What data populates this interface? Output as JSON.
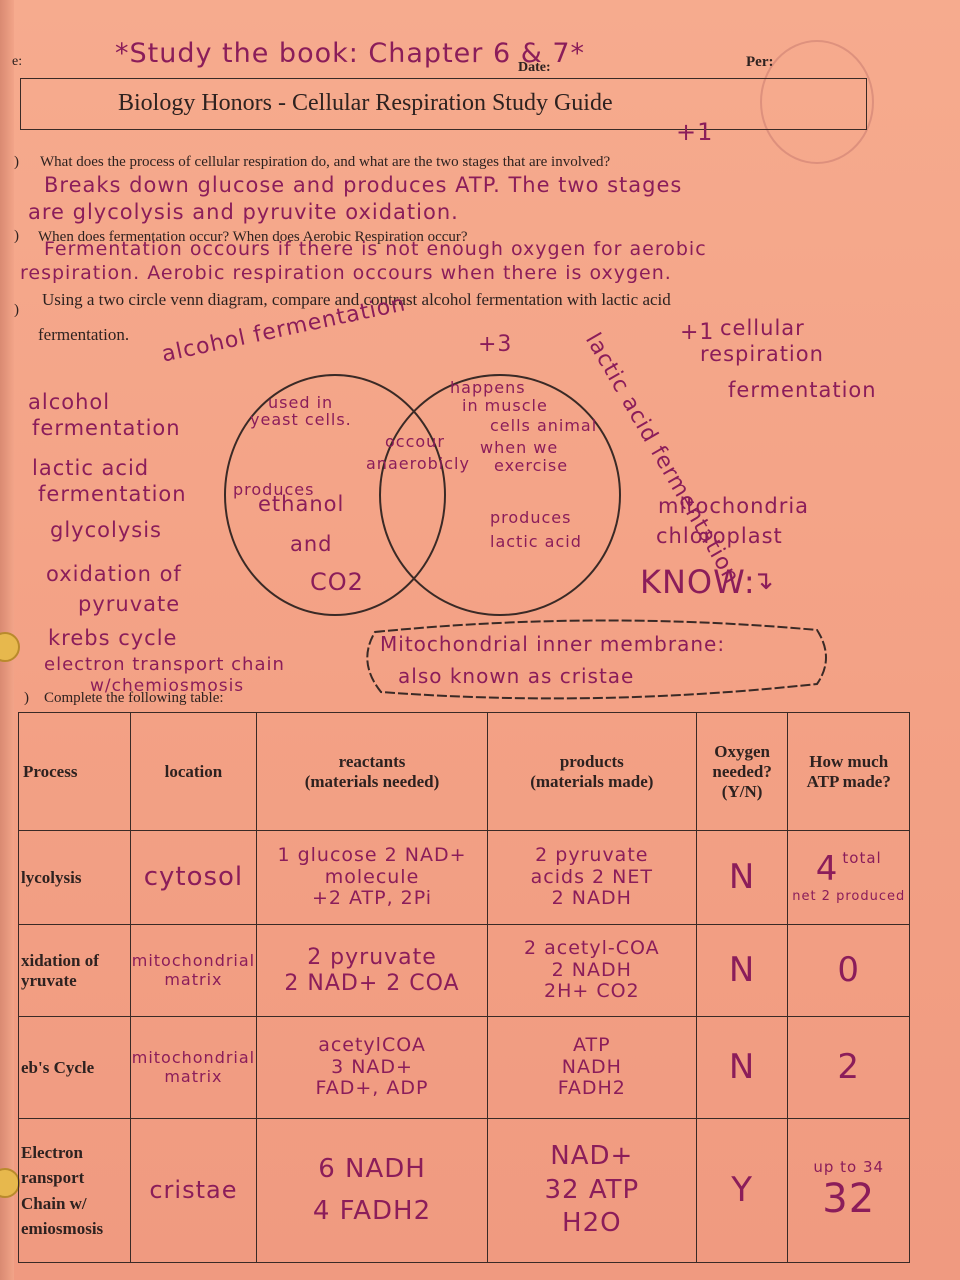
{
  "header": {
    "name_label": "e:",
    "date_label": "Date:",
    "period_label": "Per:",
    "study_note": "*Study the book: Chapter 6 & 7*",
    "title": "Biology Honors - Cellular Respiration Study Guide",
    "points_1": "+1"
  },
  "questions": [
    {
      "text": "What does the process of cellular respiration do, and what are the two stages that are involved?",
      "answer_line1": "Breaks down glucose and produces ATP. The two stages",
      "answer_line2": "are glycolysis and pyruvite oxidation."
    },
    {
      "text": "When does fermentation occur? When does Aerobic Respiration occur?",
      "answer_line1": "Fermentation occours if there is not enough oxygen for aerobic",
      "answer_line2": "respiration. Aerobic respiration occours when there is oxygen."
    },
    {
      "text_line1": "Using a two circle venn diagram, compare and contrast alcohol fermentation with lactic acid",
      "text_line2": "fermentation."
    },
    {
      "text": "Complete the following table:"
    }
  ],
  "venn": {
    "points_3": "+3",
    "left_label": "alcohol fermentation",
    "right_label": "lactic acid fermentation",
    "left_items": [
      "used in",
      "yeast cells.",
      "produces",
      "ethanol",
      "and",
      "CO2"
    ],
    "center_items": [
      "occour",
      "anaerobicly"
    ],
    "right_items": [
      "happens",
      "in muscle",
      "cells animal",
      "when we",
      "exercise",
      "produces",
      "lactic acid"
    ]
  },
  "left_notes": [
    "alcohol",
    "fermentation",
    "lactic acid",
    "fermentation",
    "glycolysis",
    "oxidation of",
    "pyruvate",
    "krebs cycle",
    "electron transport chain",
    "w/chemiosmosis"
  ],
  "right_notes": {
    "points_1b": "+1",
    "cellular_line1": "cellular",
    "cellular_line2": "respiration",
    "fermentation": "fermentation",
    "mito_line1": "mitochondria",
    "mito_line2": "chloroplast",
    "know": "KNOW:"
  },
  "callout": {
    "line1": "Mitochondrial inner membrane:",
    "line2": "also known as cristae"
  },
  "table": {
    "headers": [
      "Process",
      "location",
      "reactants\n(materials needed)",
      "products\n(materials made)",
      "Oxygen\nneeded?\n(Y/N)",
      "How much\nATP made?"
    ],
    "rows": [
      {
        "process": "lycolysis",
        "location": "cytosol",
        "reactants": "1 glucose 2 NAD+\nmolecule\n+2 ATP, 2Pi",
        "products": "2 pyruvate\nacids 2 NET\n2 NADH",
        "oxygen": "N",
        "atp": "4",
        "atp_note": "total",
        "atp_note2": "net 2 produced"
      },
      {
        "process": "xidation of\nyruvate",
        "location": "mitochondrial\nmatrix",
        "reactants": "2 pyruvate\n2 NAD+ 2 COA",
        "products": "2 acetyl-COA\n2 NADH\n2H+ CO2",
        "oxygen": "N",
        "atp": "0",
        "atp_note": "",
        "atp_note2": ""
      },
      {
        "process": "eb's Cycle",
        "location": "mitochondrial\nmatrix",
        "reactants": "acetylCOA\n3 NAD+\nFAD+, ADP",
        "products": "ATP\nNADH\nFADH2",
        "oxygen": "N",
        "atp": "2",
        "atp_note": "",
        "atp_note2": ""
      },
      {
        "process": "Electron\nransport\nChain w/\nemiosmosis",
        "location": "cristae",
        "reactants": "6 NADH\n4 FADH2",
        "products": "NAD+\n32 ATP\nH2O",
        "oxygen": "Y",
        "atp": "32",
        "atp_note": "up to 34",
        "atp_note2": ""
      }
    ]
  },
  "colors": {
    "paper": "#f3a185",
    "ink_print": "#2e2220",
    "ink_hand": "#8b1d5a"
  }
}
